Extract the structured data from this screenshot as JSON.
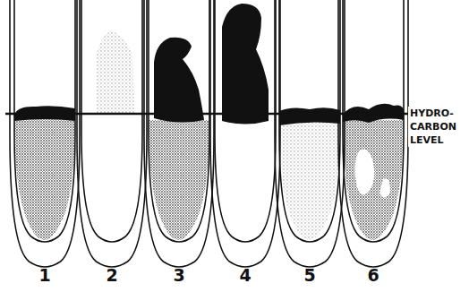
{
  "diagram": {
    "labels": [
      "1",
      "2",
      "3",
      "4",
      "5",
      "6",
      "HYDRO- CARBON LEVEL"
    ]
  }
}
